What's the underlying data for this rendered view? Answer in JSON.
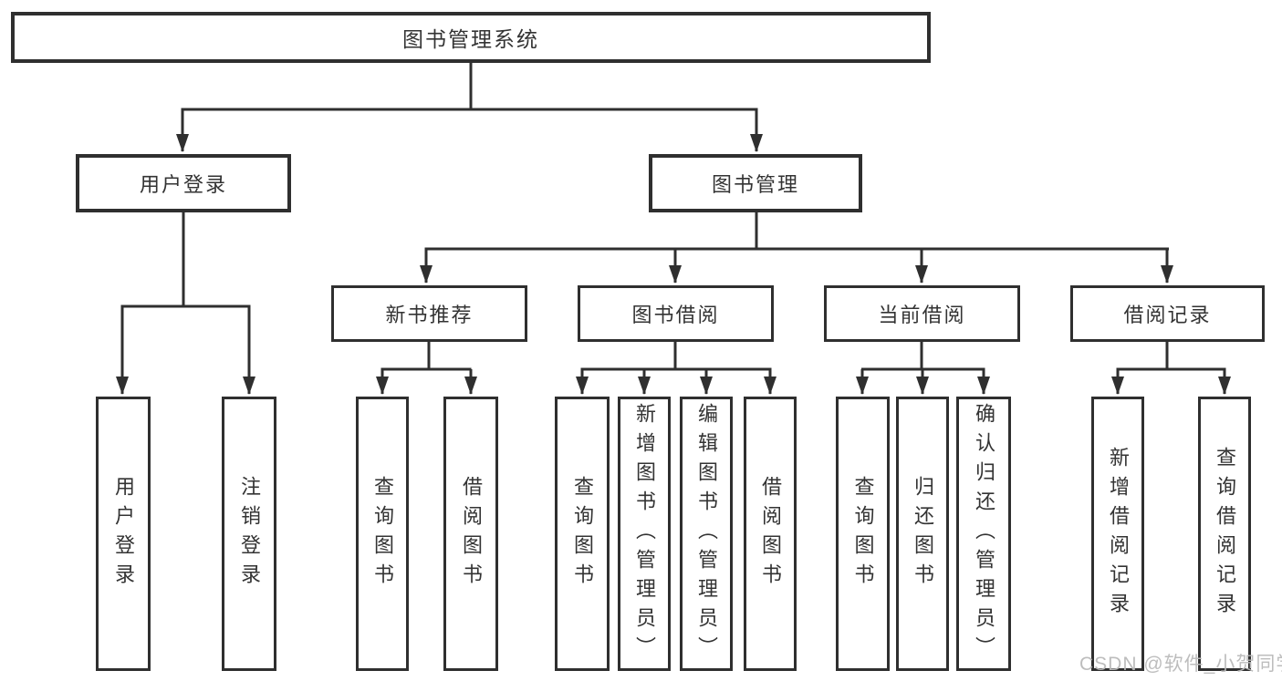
{
  "diagram": {
    "root": {
      "label": "图书管理系统"
    },
    "level2": [
      {
        "label": "用户登录"
      },
      {
        "label": "图书管理"
      }
    ],
    "level3": [
      {
        "label": "新书推荐"
      },
      {
        "label": "图书借阅"
      },
      {
        "label": "当前借阅"
      },
      {
        "label": "借阅记录"
      }
    ],
    "leaves_user_login": [
      {
        "label": "用户登录"
      },
      {
        "label": "注销登录"
      }
    ],
    "leaves_new_book": [
      {
        "label": "查询图书"
      },
      {
        "label": "借阅图书"
      }
    ],
    "leaves_book_borrow": [
      {
        "label": "查询图书"
      },
      {
        "label": "新增图书（管理员）"
      },
      {
        "label": "编辑图书（管理员）"
      },
      {
        "label": "借阅图书"
      }
    ],
    "leaves_current_borrow": [
      {
        "label": "查询图书"
      },
      {
        "label": "归还图书"
      },
      {
        "label": "确认归还（管理员）"
      }
    ],
    "leaves_borrow_records": [
      {
        "label": "新增借阅记录"
      },
      {
        "label": "查询借阅记录"
      }
    ],
    "watermark": "CSDN @软件_小贺同学",
    "colors": {
      "line": "#2f2f2f",
      "text": "#333333",
      "background": "#ffffff",
      "watermark": "#b9b9b9"
    }
  }
}
